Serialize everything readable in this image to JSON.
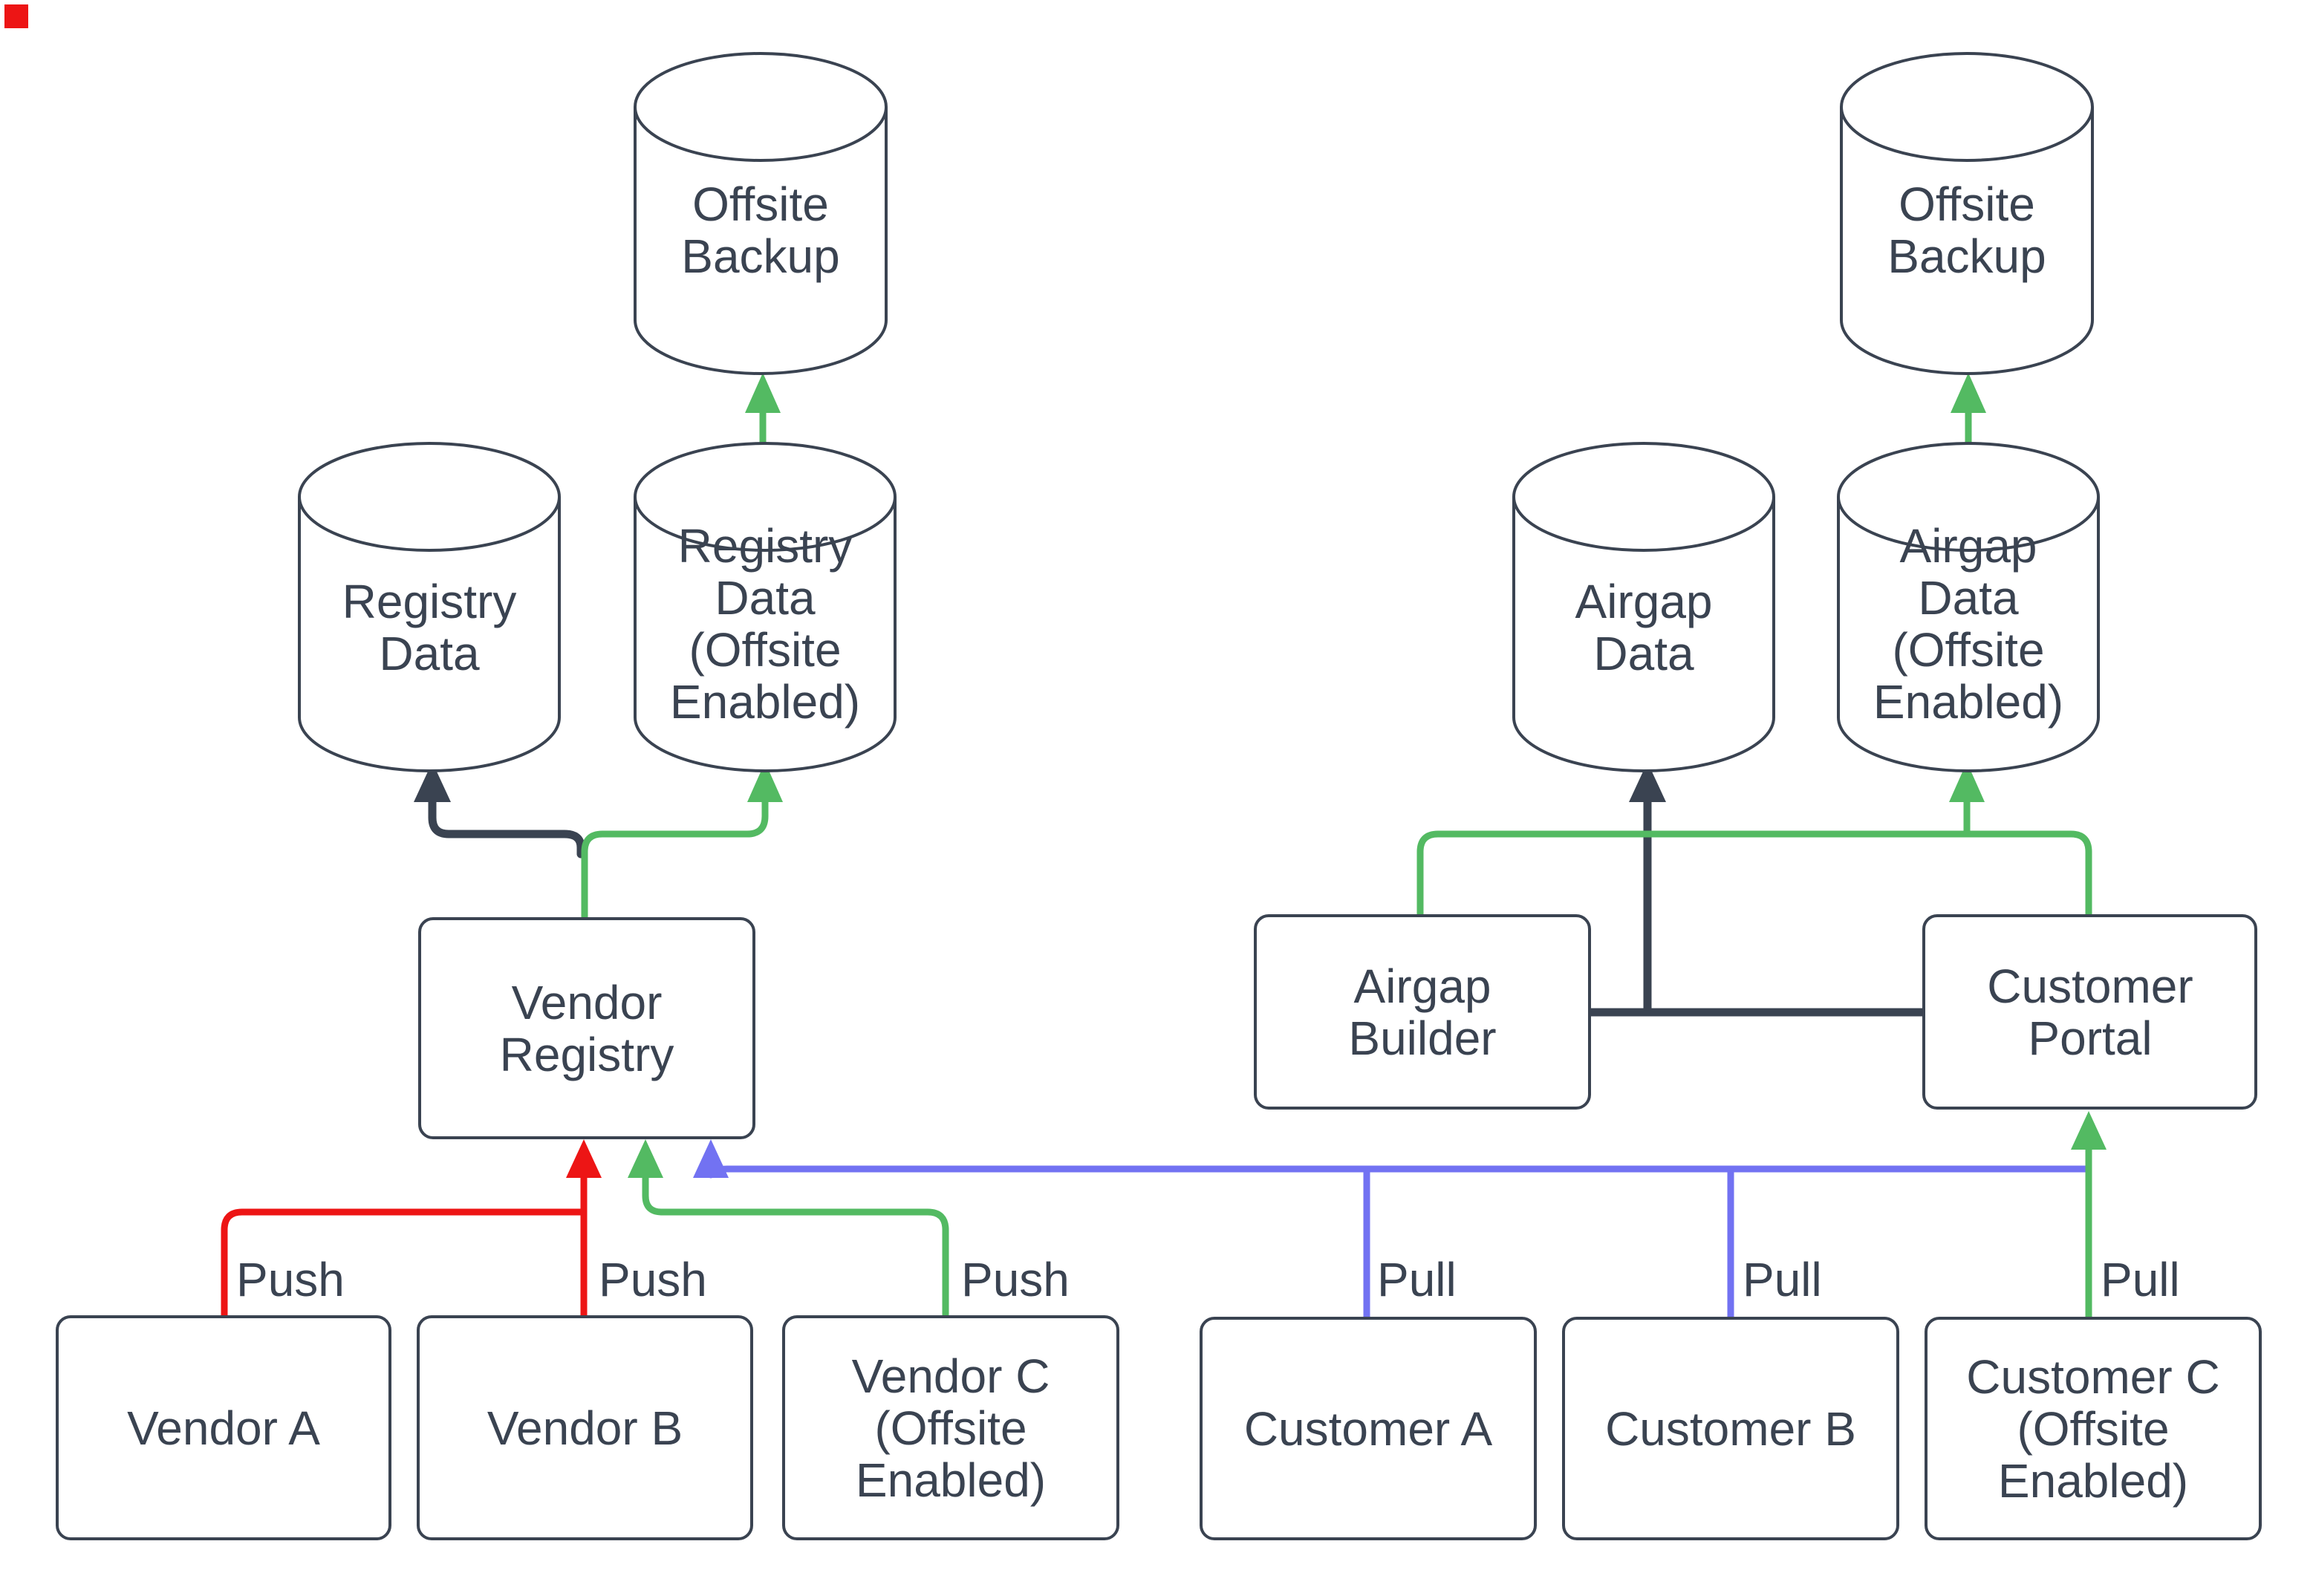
{
  "colors": {
    "ink": "#3a4351",
    "red": "#ed1515",
    "green": "#53ba62",
    "blue": "#7272f2",
    "bg": "#ffffff"
  },
  "corner_marker": {
    "shape": "red-square"
  },
  "cylinders": [
    {
      "id": "offsite-backup-left",
      "label": "Offsite Backup"
    },
    {
      "id": "registry-data",
      "label": "Registry Data"
    },
    {
      "id": "registry-data-offsite",
      "label": "Registry Data (Offsite Enabled)"
    },
    {
      "id": "offsite-backup-right",
      "label": "Offsite Backup"
    },
    {
      "id": "airgap-data",
      "label": "Airgap Data"
    },
    {
      "id": "airgap-data-offsite",
      "label": "Airgap Data (Offsite Enabled)"
    }
  ],
  "boxes": [
    {
      "id": "vendor-registry",
      "label": "Vendor Registry"
    },
    {
      "id": "airgap-builder",
      "label": "Airgap Builder"
    },
    {
      "id": "customer-portal",
      "label": "Customer Portal"
    },
    {
      "id": "vendor-a",
      "label": "Vendor A"
    },
    {
      "id": "vendor-b",
      "label": "Vendor B"
    },
    {
      "id": "vendor-c",
      "label": "Vendor C (Offsite Enabled)"
    },
    {
      "id": "customer-a",
      "label": "Customer A"
    },
    {
      "id": "customer-b",
      "label": "Customer B"
    },
    {
      "id": "customer-c",
      "label": "Customer C (Offsite Enabled)"
    }
  ],
  "edge_labels": [
    {
      "id": "push-vendor-a",
      "text": "Push"
    },
    {
      "id": "push-vendor-b",
      "text": "Push"
    },
    {
      "id": "push-vendor-c",
      "text": "Push"
    },
    {
      "id": "pull-customer-a",
      "text": "Pull"
    },
    {
      "id": "pull-customer-b",
      "text": "Pull"
    },
    {
      "id": "pull-customer-c",
      "text": "Pull"
    }
  ],
  "edges": [
    {
      "from": "vendor-registry",
      "to": "registry-data",
      "color": "dark",
      "label": ""
    },
    {
      "from": "vendor-registry",
      "to": "registry-data-offsite",
      "color": "green",
      "label": ""
    },
    {
      "from": "registry-data-offsite",
      "to": "offsite-backup-left",
      "color": "green",
      "label": ""
    },
    {
      "from": "vendor-a",
      "to": "vendor-registry",
      "color": "red",
      "label": "Push"
    },
    {
      "from": "vendor-b",
      "to": "vendor-registry",
      "color": "red",
      "label": "Push"
    },
    {
      "from": "vendor-c",
      "to": "vendor-registry",
      "color": "green",
      "label": "Push"
    },
    {
      "from": "customer-a",
      "to": "vendor-registry",
      "color": "blue",
      "label": "Pull"
    },
    {
      "from": "customer-b",
      "to": "vendor-registry",
      "color": "blue",
      "label": "Pull"
    },
    {
      "from": "customer-c",
      "to": "customer-portal",
      "color": "green",
      "label": "Pull"
    },
    {
      "from": "customer-portal",
      "to": "airgap-data",
      "color": "dark",
      "label": ""
    },
    {
      "from": "airgap-builder",
      "to": "customer-portal",
      "color": "dark",
      "label": ""
    },
    {
      "from": "customer-portal",
      "to": "airgap-data-offsite",
      "color": "green",
      "label": ""
    },
    {
      "from": "customer-portal",
      "to": "airgap-builder",
      "color": "green",
      "label": ""
    },
    {
      "from": "airgap-data-offsite",
      "to": "offsite-backup-right",
      "color": "green",
      "label": ""
    }
  ]
}
